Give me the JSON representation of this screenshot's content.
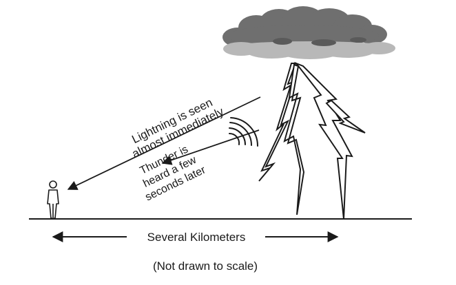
{
  "diagram": {
    "light_label_line1": "Lightning is seen",
    "light_label_line2": "almost immediately",
    "thunder_label_line1": "Thunder is",
    "thunder_label_line2": "heard a few",
    "thunder_label_line3": "seconds later",
    "distance_label": "Several Kilometers",
    "scale_note": "(Not drawn to scale)"
  },
  "colors": {
    "ink": "#1a1a1a",
    "cloud_dark": "#6f6f6f",
    "cloud_light": "#b8b8b8",
    "background": "#ffffff"
  }
}
